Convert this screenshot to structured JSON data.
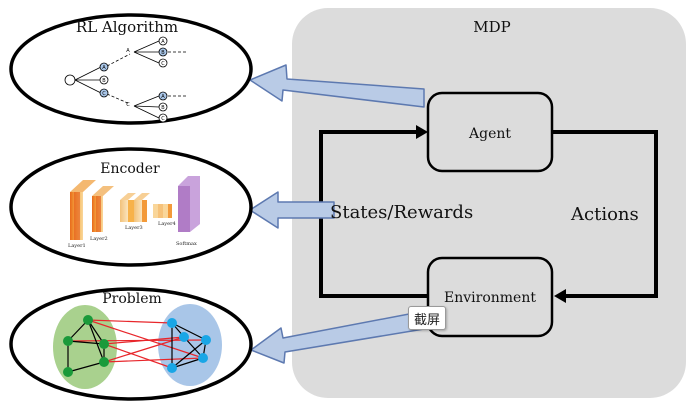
{
  "mdp": {
    "title": "MDP"
  },
  "agent": {
    "label": "Agent"
  },
  "environment": {
    "label": "Environment"
  },
  "edges": {
    "states_rewards": "States/Rewards",
    "actions": "Actions"
  },
  "panels": {
    "rl": {
      "title": "RL Algorithm",
      "tree": {
        "mid_nodes": [
          "A",
          "B",
          "C"
        ],
        "branch_labels": [
          "A",
          "C"
        ],
        "leaf_top": [
          "A",
          "B",
          "C"
        ],
        "leaf_bottom": [
          "A",
          "B",
          "C"
        ]
      }
    },
    "encoder": {
      "title": "Encoder",
      "layers": [
        "Layer1",
        "Layer2",
        "Layer3",
        "Layer4",
        "Softmax"
      ]
    },
    "problem": {
      "title": "Problem"
    }
  },
  "overlay": {
    "badge": "截屏"
  },
  "colors": {
    "mdp_bg": "#dcdcdc",
    "arrow_fill": "#b9cbe6",
    "arrow_stroke": "#5d79b0",
    "node_green": "#1a9a3a",
    "node_blue": "#19a6e6",
    "cluster_green": "#a9d18e",
    "cluster_blue": "#a9c6e8",
    "cross_edge": "#e8262b",
    "encoder_orange": "#f2a03d",
    "encoder_purple": "#b07cc6"
  }
}
